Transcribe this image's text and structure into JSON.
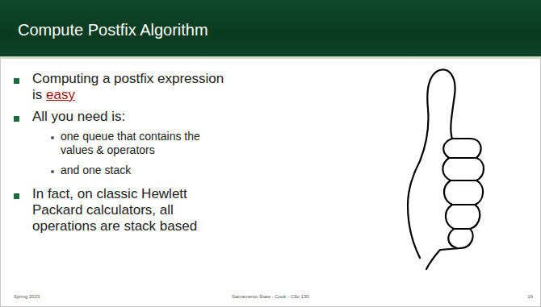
{
  "diagram": {
    "title": "Compute Postfix Algorithm",
    "labels": [
      "Computing a postfix expression is",
      "easy",
      "All you need is:",
      "one queue that contains the values & operators",
      "and one stack",
      "In fact, on classic Hewlett Packard calculators, all operations are stack based",
      "Spring 2023",
      "Sacramento State - Cook - CSc 130",
      "16"
    ]
  }
}
